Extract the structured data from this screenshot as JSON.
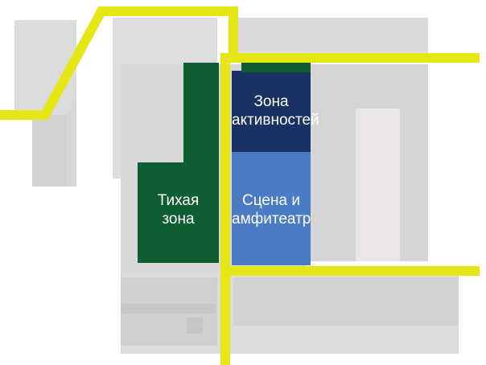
{
  "zones": {
    "quiet": {
      "label_line1": "Тихая",
      "label_line2": "зона"
    },
    "activities": {
      "label_line1": "Зона",
      "label_line2": "активностей"
    },
    "stage": {
      "label_line1": "Сцена и",
      "label_line2": "амфитеатр"
    }
  },
  "colors": {
    "path": "#e6e617",
    "quiet_zone": "#0e5e32",
    "activities_zone": "#1a3163",
    "stage_zone": "#4a7bc4",
    "background_map": "#d9d9d9"
  }
}
